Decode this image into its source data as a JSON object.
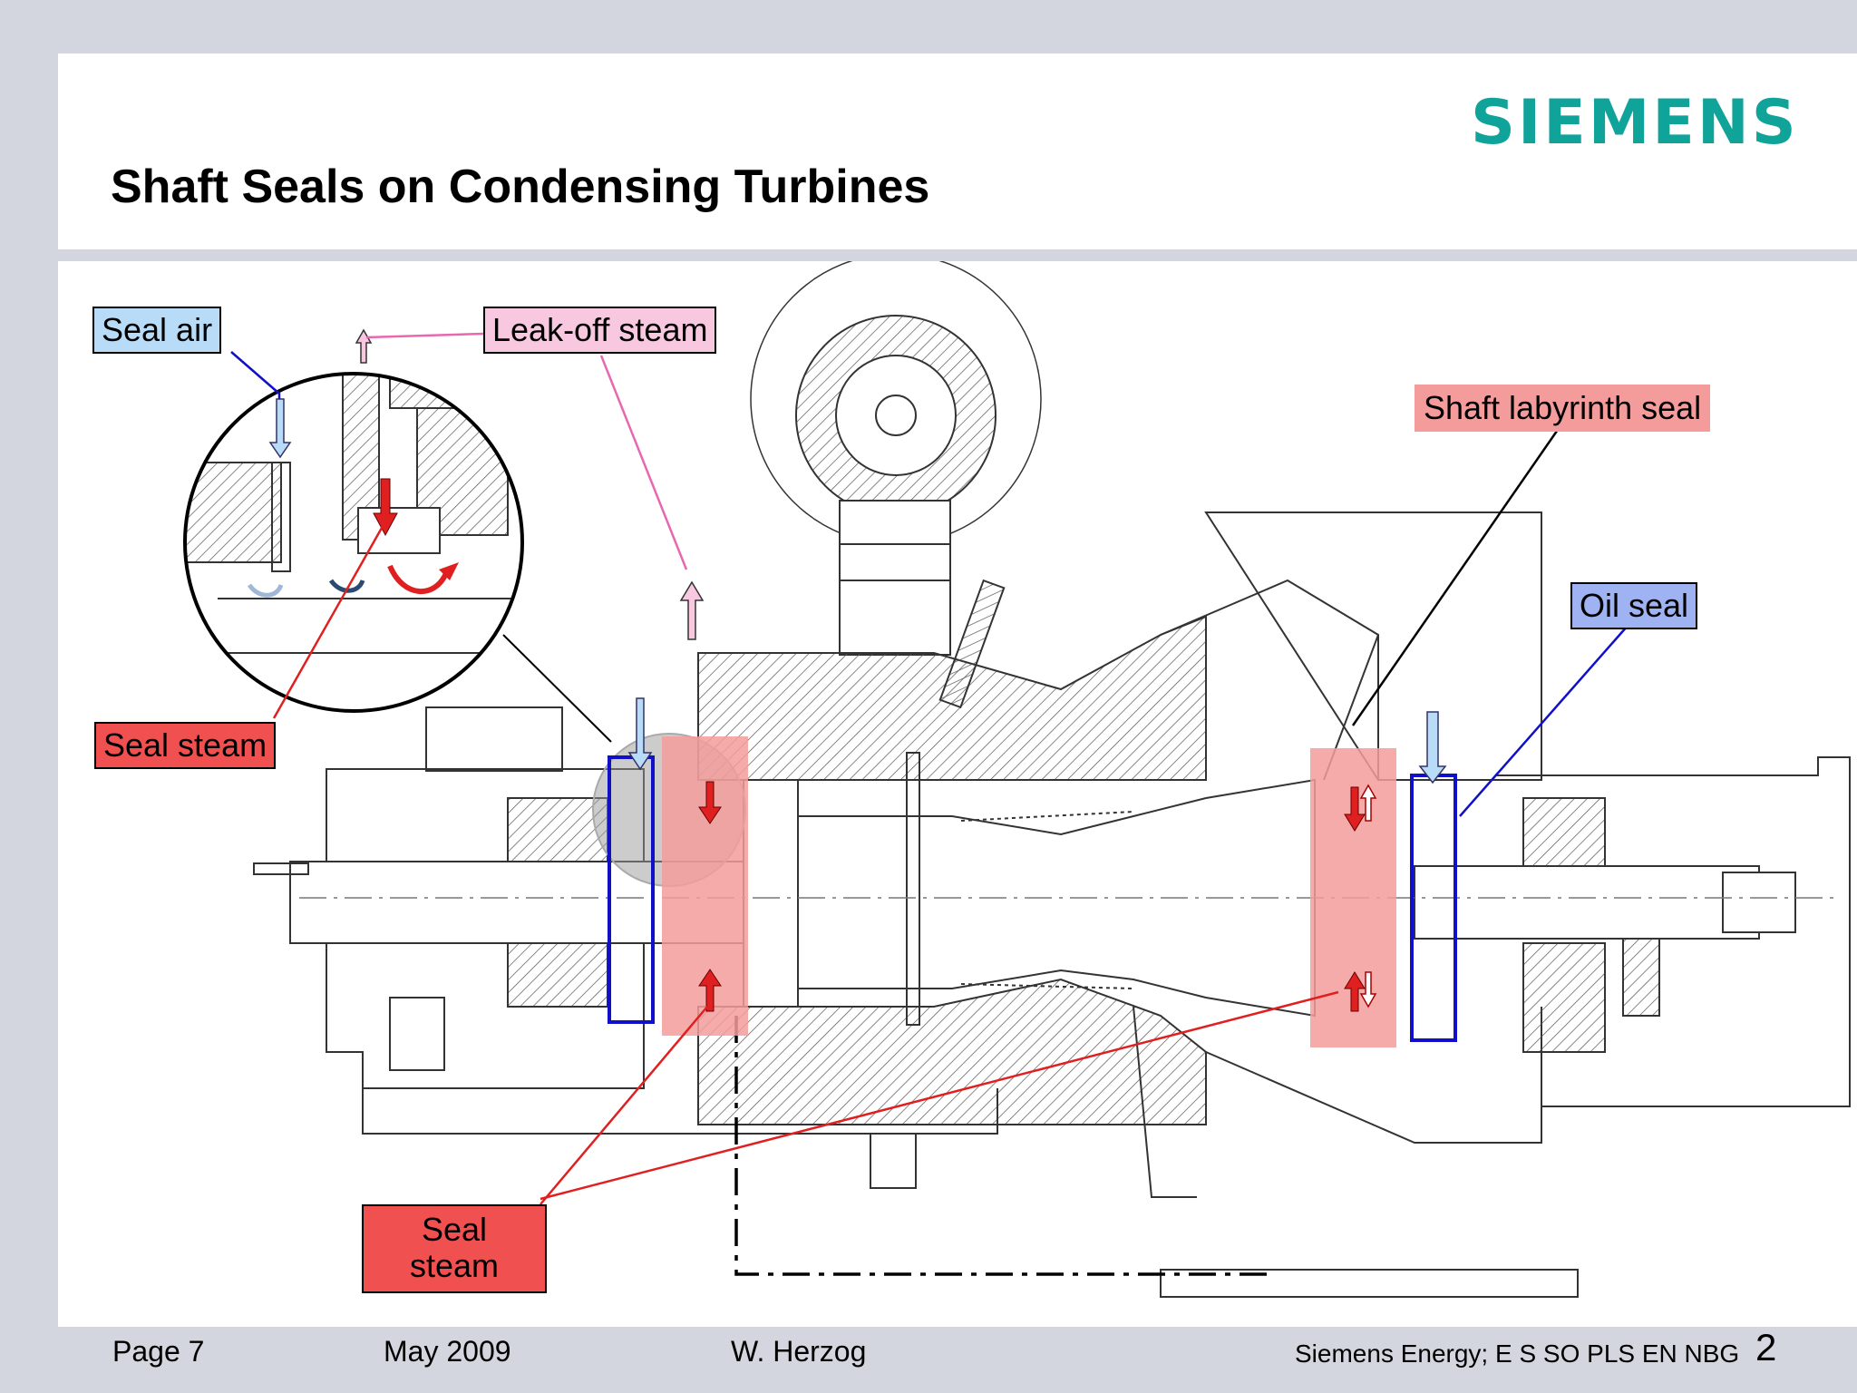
{
  "header": {
    "logo_text": "SIEMENS",
    "title": "Shaft Seals on Condensing Turbines"
  },
  "callouts": {
    "seal_air": "Seal air",
    "leak_off_steam": "Leak-off steam",
    "shaft_labyrinth_seal": "Shaft labyrinth seal",
    "oil_seal": "Oil seal",
    "seal_steam_left": "Seal steam",
    "seal_steam_bottom_line1": "Seal",
    "seal_steam_bottom_line2": "steam"
  },
  "footer": {
    "page": "Page 7",
    "date": "May 2009",
    "author": "W. Herzog",
    "organization": "Siemens Energy; E S SO PLS EN NBG",
    "slide_number": "2"
  },
  "colors": {
    "brand": "#10a39a",
    "seal_air": "#b8dcf8",
    "leak_off_steam": "#f8c8e0",
    "seal_steam": "#f05050",
    "labyrinth_highlight": "#f49c9c",
    "oil_seal": "#9fb2f2",
    "oil_seal_box": "#1010c8"
  }
}
